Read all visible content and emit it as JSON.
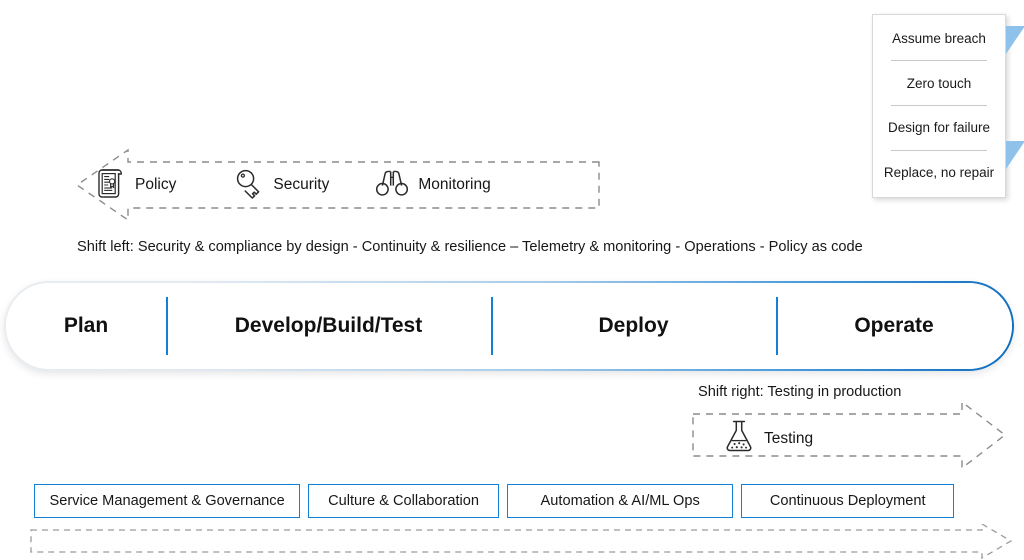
{
  "principles_panel": {
    "name": "design-principles",
    "items": [
      {
        "label": "Assume breach"
      },
      {
        "label": "Zero touch"
      },
      {
        "label": "Design for failure"
      },
      {
        "label": "Replace, no repair"
      }
    ],
    "pointer_color": "#8fc2ea"
  },
  "shift_left": {
    "caption": "Shift left: Security & compliance by design - Continuity & resilience – Telemetry & monitoring - Operations - Policy as code",
    "direction": "left",
    "items": [
      {
        "icon": "scroll-policy-icon",
        "label": "Policy"
      },
      {
        "icon": "key-security-icon",
        "label": "Security"
      },
      {
        "icon": "binoculars-monitoring-icon",
        "label": "Monitoring"
      }
    ]
  },
  "pipeline": {
    "stages": [
      {
        "label": "Plan"
      },
      {
        "label": "Develop/Build/Test"
      },
      {
        "label": "Deploy"
      },
      {
        "label": "Operate"
      }
    ],
    "divider_color": "#1380d8",
    "border_accent_color": "#0d6cc0"
  },
  "shift_right": {
    "caption": "Shift right: Testing in production",
    "direction": "right",
    "items": [
      {
        "icon": "flask-testing-icon",
        "label": "Testing"
      }
    ]
  },
  "capabilities": {
    "boxes": [
      {
        "label": "Service Management & Governance"
      },
      {
        "label": "Culture & Collaboration"
      },
      {
        "label": "Automation & AI/ML Ops"
      },
      {
        "label": "Continuous Deployment"
      }
    ],
    "border_color": "#1380d8"
  },
  "bottom_flow": {
    "name": "continuous-flow-arrow",
    "direction": "right",
    "style": "dashed"
  }
}
